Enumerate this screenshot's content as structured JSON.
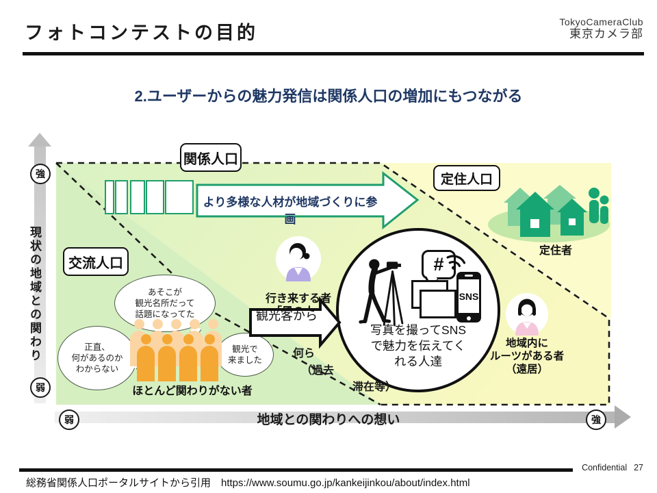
{
  "header": {
    "title": "フォトコンテストの目的",
    "logo_line1": "TokyoCameraClub",
    "logo_line2": "東京カメラ部"
  },
  "subtitle": "2.ユーザーからの魅力発信は関係人口の増加にもつながる",
  "diagram": {
    "y_axis": {
      "label": "現状の地域との関わり",
      "top": "強",
      "bottom": "弱"
    },
    "x_axis": {
      "label": "地域との関わりへの想い",
      "left": "弱",
      "right": "強"
    },
    "zones": {
      "kankei": "関係人口",
      "teiju": "定住人口",
      "koryu": "交流人口"
    },
    "banner": "より多様な人材が地域づくりに参画",
    "settlers_caption": "定住者",
    "bubbles": {
      "rumor": [
        "あそこが",
        "観光名所だって",
        "話題になってた"
      ],
      "honest": [
        "正直、",
        "何があるのか",
        "わからない"
      ],
      "sightseeing": [
        "観光で",
        "来ました"
      ]
    },
    "crowd_caption": "ほとんど関わりがない者",
    "commuter": {
      "line1": "行き来する者",
      "line2": "「風の人」"
    },
    "tourist_arrow": "観光客から",
    "hidden_fragments": [
      "何ら",
      "（過去",
      "滞在等）"
    ],
    "sns_circle": {
      "hashtag": "#",
      "phone_label": "SNS",
      "lines": [
        "写真を撮ってSNS",
        "で魅力を伝えてく",
        "れる人達"
      ]
    },
    "roots": [
      "地域内に",
      "ルーツがある者",
      "（遠居）"
    ]
  },
  "footer": {
    "confidential": "Confidential",
    "page": "27",
    "source": "総務省関係人口ポータルサイトから引用　https://www.soumu.go.jp/kankeijinkou/about/index.html"
  },
  "colors": {
    "subtitle_navy": "#1f3864",
    "banner_green": "#1d9e6e",
    "zone_green": "#d6efc0",
    "zone_yellow": "#fbfbcb",
    "crowd_orange": "#f5a733",
    "crowd_orange_light": "#fbd6a4",
    "house_green": "#17a673",
    "commuter_purple": "#b4a7e5",
    "roots_pink": "#f6c6da"
  }
}
